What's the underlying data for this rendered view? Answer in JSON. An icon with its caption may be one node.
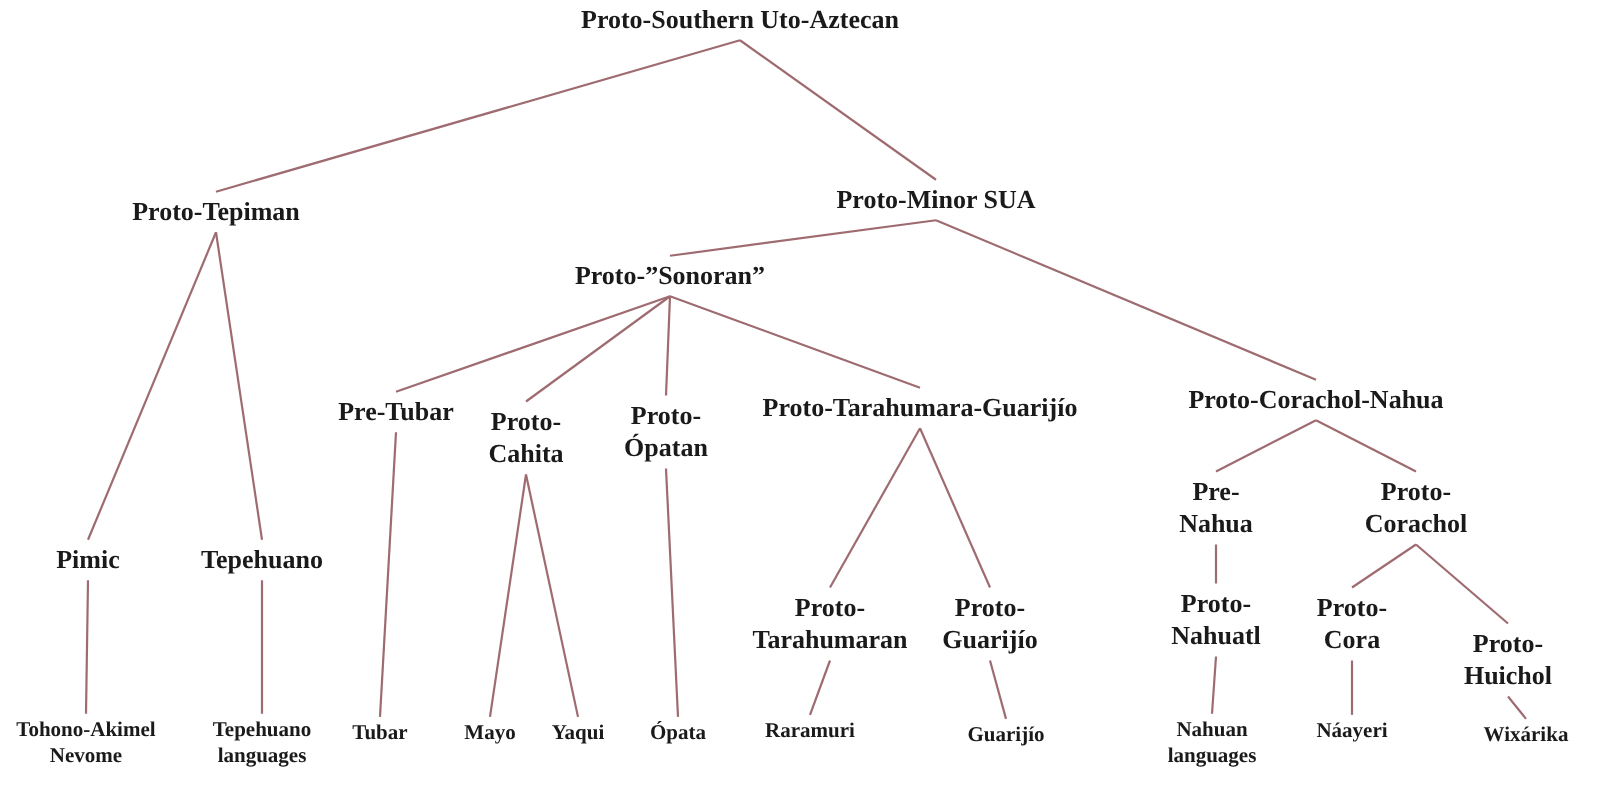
{
  "diagram": {
    "nodes": [
      {
        "text": [
          "Proto-Southern Uto-Aztecan"
        ]
      },
      {
        "text": [
          "Proto-Tepiman"
        ]
      },
      {
        "text": [
          "Proto-Minor SUA"
        ]
      },
      {
        "text": [
          "Proto-”Sonoran”"
        ]
      },
      {
        "text": [
          "Pre-Tubar"
        ]
      },
      {
        "text": [
          "Proto-Cahita"
        ]
      },
      {
        "text": [
          "Proto-Ópatan"
        ]
      },
      {
        "text": [
          "Proto-Tarahumara-Guarijío"
        ]
      },
      {
        "text": [
          "Proto-Corachol-Nahua"
        ]
      },
      {
        "text": [
          "Pimic"
        ]
      },
      {
        "text": [
          "Tepehuano"
        ]
      },
      {
        "text": [
          "Pre-Nahua"
        ]
      },
      {
        "text": [
          "Proto-Corachol"
        ]
      },
      {
        "text": [
          "Proto-Tarahumaran"
        ]
      },
      {
        "text": [
          "Proto-Guarijío"
        ]
      },
      {
        "text": [
          "Proto-Nahuatl"
        ]
      },
      {
        "text": [
          "Proto-Cora"
        ]
      },
      {
        "text": [
          "Proto-Huichol"
        ]
      },
      {
        "text": [
          "Tohono-Akimel Nevome"
        ]
      },
      {
        "text": [
          "Tepehuano languages"
        ]
      },
      {
        "text": [
          "Tubar"
        ]
      },
      {
        "text": [
          "Mayo"
        ]
      },
      {
        "text": [
          "Yaqui"
        ]
      },
      {
        "text": [
          "Ópata"
        ]
      },
      {
        "text": [
          "Raramuri"
        ]
      },
      {
        "text": [
          "Guarijío"
        ]
      },
      {
        "text": [
          "Nahuan languages"
        ]
      },
      {
        "text": [
          "Náayeri"
        ]
      },
      {
        "text": [
          "Wixárika"
        ]
      }
    ],
    "edges": [
      {
        "from": 0,
        "to": 1,
        "arrow": "none"
      },
      {
        "from": 0,
        "to": 2,
        "arrow": "none"
      },
      {
        "from": 1,
        "to": 9,
        "arrow": "none"
      },
      {
        "from": 1,
        "to": 10,
        "arrow": "none"
      },
      {
        "from": 2,
        "to": 3,
        "arrow": "none"
      },
      {
        "from": 2,
        "to": 8,
        "arrow": "none"
      },
      {
        "from": 3,
        "to": 4,
        "arrow": "none"
      },
      {
        "from": 3,
        "to": 5,
        "arrow": "none"
      },
      {
        "from": 3,
        "to": 6,
        "arrow": "none"
      },
      {
        "from": 3,
        "to": 7,
        "arrow": "none"
      },
      {
        "from": 7,
        "to": 13,
        "arrow": "none"
      },
      {
        "from": 7,
        "to": 14,
        "arrow": "none"
      },
      {
        "from": 8,
        "to": 11,
        "arrow": "none"
      },
      {
        "from": 8,
        "to": 12,
        "arrow": "none"
      },
      {
        "from": 12,
        "to": 16,
        "arrow": "none"
      },
      {
        "from": 12,
        "to": 17,
        "arrow": "none"
      },
      {
        "from": 9,
        "to": 18,
        "arrow": "none"
      },
      {
        "from": 10,
        "to": 19,
        "arrow": "none"
      },
      {
        "from": 4,
        "to": 20,
        "arrow": "none"
      },
      {
        "from": 5,
        "to": 21,
        "arrow": "none"
      },
      {
        "from": 5,
        "to": 22,
        "arrow": "none"
      },
      {
        "from": 6,
        "to": 23,
        "arrow": "none"
      },
      {
        "from": 13,
        "to": 24,
        "arrow": "none"
      },
      {
        "from": 14,
        "to": 25,
        "arrow": "none"
      },
      {
        "from": 11,
        "to": 15,
        "arrow": "none"
      },
      {
        "from": 15,
        "to": 26,
        "arrow": "none"
      },
      {
        "from": 16,
        "to": 27,
        "arrow": "none"
      },
      {
        "from": 17,
        "to": 28,
        "arrow": "none"
      }
    ]
  }
}
